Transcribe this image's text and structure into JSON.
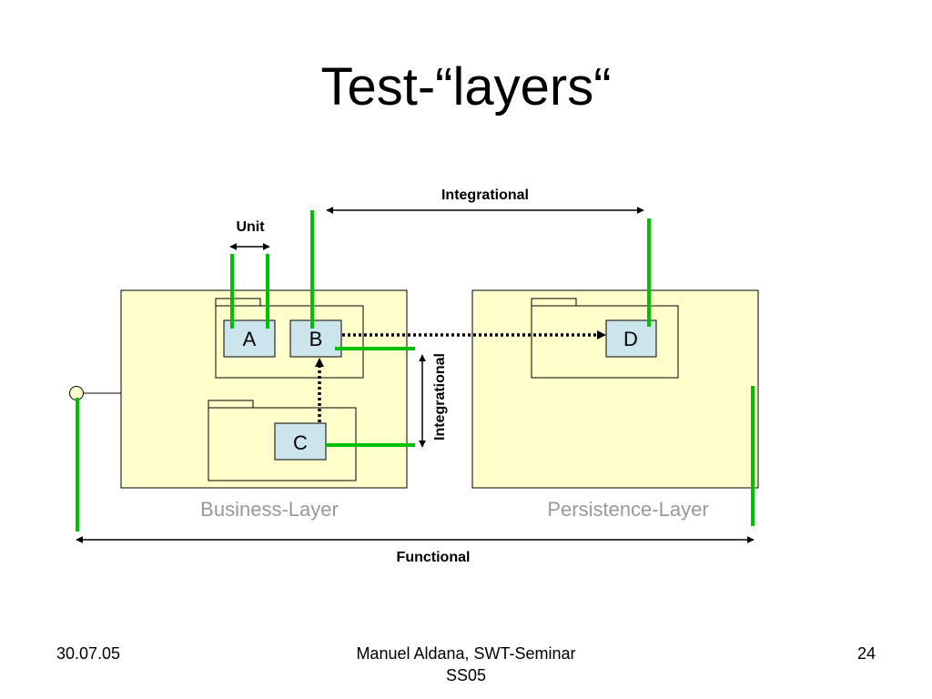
{
  "slide": {
    "title": "Test-“layers“"
  },
  "diagram": {
    "layers": [
      {
        "label": "Business-Layer"
      },
      {
        "label": "Persistence-Layer"
      }
    ],
    "components": {
      "a": "A",
      "b": "B",
      "c": "C",
      "d": "D"
    },
    "scopes": {
      "unit": "Unit",
      "integrational_top": "Integrational",
      "integrational_side": "Integrational",
      "functional": "Functional"
    },
    "colors": {
      "layer_fill": "#FFFFCC",
      "component_fill": "#CCE5EC",
      "test_line": "#00C000",
      "layer_label": "#999999"
    }
  },
  "footer": {
    "date": "30.07.05",
    "author_line1": "Manuel Aldana, SWT-Seminar",
    "author_line2": "SS05",
    "page": "24"
  }
}
